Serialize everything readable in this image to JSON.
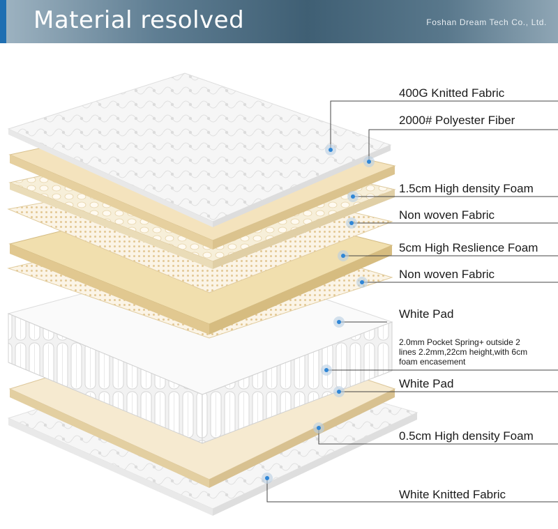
{
  "header": {
    "title": "Material resolved",
    "company": "Foshan Dream Tech Co., Ltd."
  },
  "colors": {
    "accent": "#1f6fb2",
    "dot": "#2f86d6",
    "foam": "#f0dfb5",
    "foam_edge": "#cfb98a",
    "fabric": "#f4f4f4"
  },
  "layers": [
    {
      "label": "400G Knitted Fabric"
    },
    {
      "label": "2000# Polyester Fiber"
    },
    {
      "label": "1.5cm High density Foam"
    },
    {
      "label": "Non woven Fabric"
    },
    {
      "label": "5cm High Reslience Foam"
    },
    {
      "label": "Non woven Fabric"
    },
    {
      "label": "White Pad"
    },
    {
      "label": "2.0mm Pocket Spring+ outside 2 lines 2.2mm,22cm height,with 6cm foam encasement"
    },
    {
      "label": "White Pad"
    },
    {
      "label": "0.5cm High density Foam"
    },
    {
      "label": "White Knitted  Fabric"
    }
  ]
}
